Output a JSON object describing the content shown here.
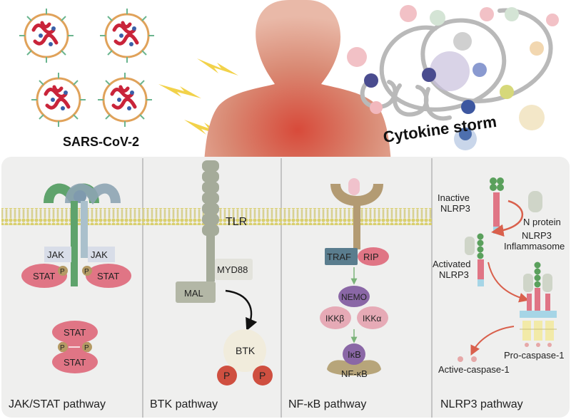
{
  "header": {
    "virus_label": "SARS-CoV-2",
    "storm_label": "Cytokine storm"
  },
  "panels": {
    "jak": {
      "title": "JAK/STAT pathway",
      "jak_left": "JAK",
      "jak_right": "JAK",
      "stat_left": "STAT",
      "stat_right": "STAT",
      "p": "P",
      "dimer_top": "STAT",
      "dimer_bottom": "STAT"
    },
    "btk": {
      "title": "BTK pathway",
      "tlr": "TLR",
      "myd88": "MYD88",
      "mal": "MAL",
      "btk": "BTK",
      "p": "P"
    },
    "nfkb": {
      "title": "NF-κB pathway",
      "traf": "TRAF",
      "rip": "RIP",
      "nemo": "NEMO",
      "ikkb": "IKKβ",
      "ikka": "IKKα",
      "ikb": "IκB",
      "nfkb": "NF-κB"
    },
    "nlrp3": {
      "title": "NLRP3 pathway",
      "inactive_1": "Inactive",
      "inactive_2": "NLRP3",
      "n_protein": "N protein",
      "activated_1": "Activated",
      "activated_2": "NLRP3",
      "inflam_1": "NLRP3",
      "inflam_2": "Inflammasome",
      "pro_caspase": "Pro-caspase-1",
      "active_caspase": "Active-caspase-1"
    }
  },
  "colors": {
    "panel_bg": "#efefee",
    "virus_red": "#c9243a",
    "virus_blue": "#3a5fa8",
    "spike_green": "#6bb58f",
    "bolt": "#f2d24a",
    "skin": "#d9826f",
    "stat_pink": "#e07585",
    "jak_green": "#5fa36c",
    "receptor_blue": "#8da4b3",
    "tlr_grey": "#a5ab9a",
    "btk_red": "#cf4f40",
    "nemo_purple": "#8a67a6",
    "ikk_pink": "#e6aab6",
    "traf_slate": "#5a7d8e",
    "nfkb_tan": "#b7a57a",
    "nlrp3_green": "#5aa05c",
    "arrow_red": "#d9604c"
  }
}
